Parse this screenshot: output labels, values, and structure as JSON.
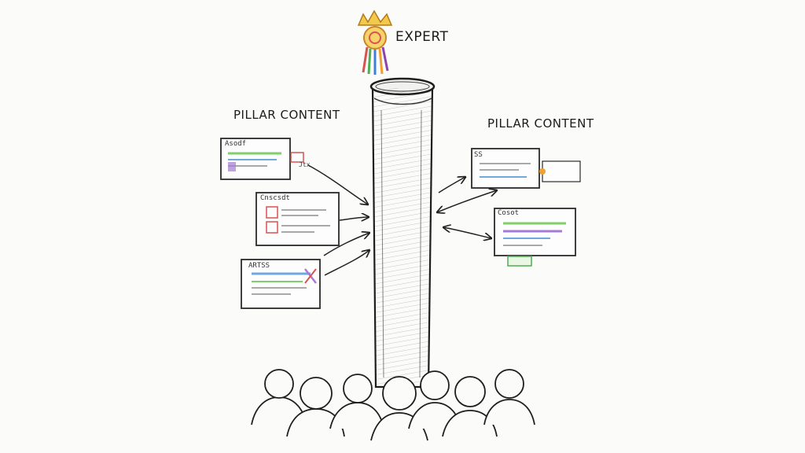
{
  "expert": {
    "label": "EXPERT"
  },
  "pillar_left": {
    "label": "PILLAR CONTENT"
  },
  "pillar_right": {
    "label": "PILLAR CONTENT"
  },
  "cards": {
    "left_1_title": "Asodf",
    "left_2_title": "Cnscsdt",
    "left_3_title": "ARTSS",
    "right_1_title": "SS",
    "right_2_title": "Cosot",
    "note_left": "Jtx"
  },
  "colors": {
    "ink": "#2a2a2a",
    "crown": "#e0a93a",
    "green_highlight": "#7fcf6a",
    "blue_highlight": "#6fa8dc",
    "purple_highlight": "#a57bd6",
    "red_accent": "#d9534f"
  },
  "icons": {
    "expert_badge": "crown-rosette-icon"
  }
}
